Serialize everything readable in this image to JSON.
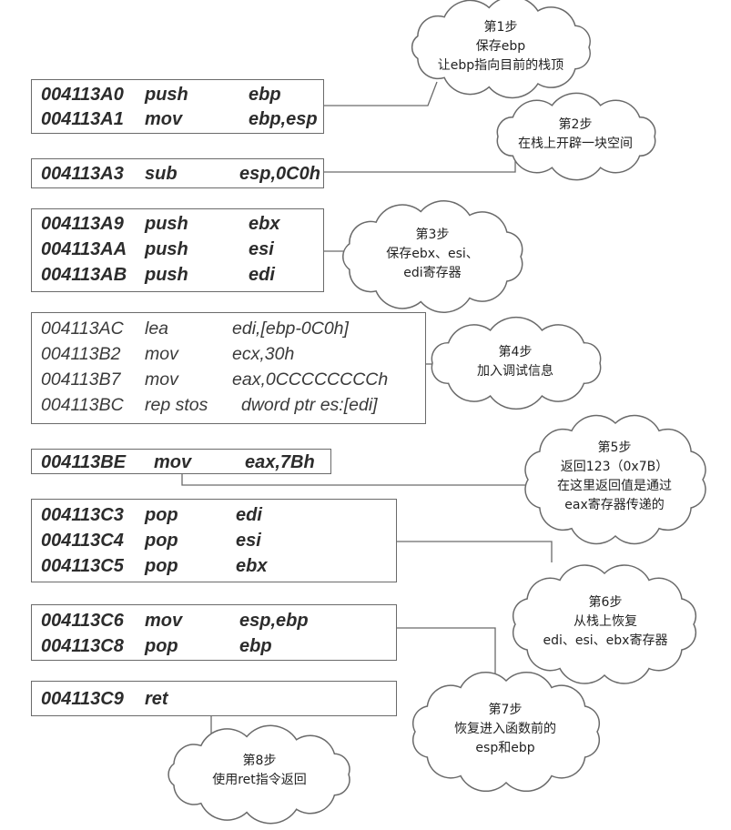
{
  "blocks": [
    {
      "id": "prologue-push-mov",
      "lines": [
        {
          "addr": "004113A0",
          "op": "push",
          "arg": "ebp"
        },
        {
          "addr": "004113A1",
          "op": "mov",
          "arg": "ebp,esp"
        }
      ]
    },
    {
      "id": "sub",
      "lines": [
        {
          "addr": "004113A3",
          "op": "sub",
          "arg": "esp,0C0h"
        }
      ]
    },
    {
      "id": "push-regs",
      "lines": [
        {
          "addr": "004113A9",
          "op": "push",
          "arg": "ebx"
        },
        {
          "addr": "004113AA",
          "op": "push",
          "arg": "esi"
        },
        {
          "addr": "004113AB",
          "op": "push",
          "arg": "edi"
        }
      ]
    },
    {
      "id": "debug-fill",
      "lines": [
        {
          "addr": "004113AC",
          "op": "lea",
          "arg": "edi,[ebp-0C0h]"
        },
        {
          "addr": "004113B2",
          "op": "mov",
          "arg": "ecx,30h"
        },
        {
          "addr": "004113B7",
          "op": "mov",
          "arg": "eax,0CCCCCCCCh"
        },
        {
          "addr": "004113BC",
          "op": "rep stos",
          "arg": "dword ptr es:[edi]"
        }
      ]
    },
    {
      "id": "return-value",
      "lines": [
        {
          "addr": "004113BE",
          "op": "mov",
          "arg": "eax,7Bh"
        }
      ]
    },
    {
      "id": "pop-regs",
      "lines": [
        {
          "addr": "004113C3",
          "op": "pop",
          "arg": "edi"
        },
        {
          "addr": "004113C4",
          "op": "pop",
          "arg": "esi"
        },
        {
          "addr": "004113C5",
          "op": "pop",
          "arg": "ebx"
        }
      ]
    },
    {
      "id": "epilogue",
      "lines": [
        {
          "addr": "004113C6",
          "op": "mov",
          "arg": "esp,ebp"
        },
        {
          "addr": "004113C8",
          "op": "pop",
          "arg": "ebp"
        }
      ]
    },
    {
      "id": "ret",
      "lines": [
        {
          "addr": "004113C9",
          "op": "ret",
          "arg": ""
        }
      ]
    }
  ],
  "steps": [
    {
      "id": "step-1",
      "lines": [
        "第1步",
        "保存ebp",
        "让ebp指向目前的栈顶"
      ]
    },
    {
      "id": "step-2",
      "lines": [
        "第2步",
        "在栈上开辟一块空间"
      ]
    },
    {
      "id": "step-3",
      "lines": [
        "第3步",
        "保存ebx、esi、",
        "edi寄存器"
      ]
    },
    {
      "id": "step-4",
      "lines": [
        "第4步",
        "加入调试信息"
      ]
    },
    {
      "id": "step-5",
      "lines": [
        "第5步",
        "返回123（0x7B）",
        "在这里返回值是通过",
        "eax寄存器传递的"
      ]
    },
    {
      "id": "step-6",
      "lines": [
        "第6步",
        "从栈上恢复",
        "edi、esi、ebx寄存器"
      ]
    },
    {
      "id": "step-7",
      "lines": [
        "第7步",
        "恢复进入函数前的",
        "esp和ebp"
      ]
    },
    {
      "id": "step-8",
      "lines": [
        "第8步",
        "使用ret指令返回"
      ]
    }
  ],
  "colors": {
    "stroke": "#6a6a6a",
    "text": "#2c2c2c",
    "cloud_fill": "#ffffff"
  }
}
